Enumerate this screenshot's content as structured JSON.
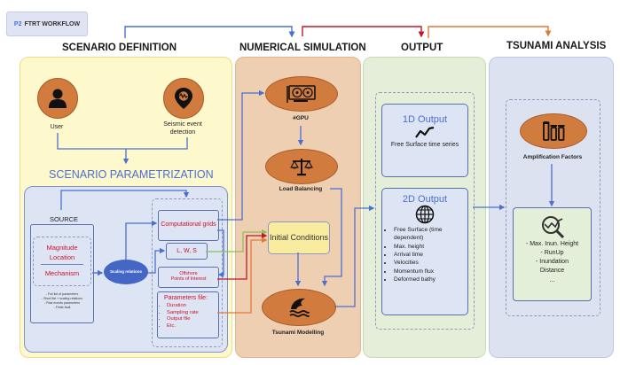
{
  "badge": {
    "prefix": "P2",
    "title": "FTRT WORKFLOW"
  },
  "phases": [
    {
      "id": "scenario",
      "title": "SCENARIO DEFINITION"
    },
    {
      "id": "numerical",
      "title": "NUMERICAL SIMULATION"
    },
    {
      "id": "output",
      "title": "OUTPUT"
    },
    {
      "id": "analysis",
      "title": "TSUNAMI ANALYSIS"
    }
  ],
  "scenario": {
    "user_label": "User",
    "seismic_label": "Seismic event detection",
    "parametrization_title": "SCENARIO PARAMETRIZATION",
    "source_label": "SOURCE",
    "source_params": {
      "line1": "Magnitude",
      "line2": "Location",
      "line3": "Mechanism"
    },
    "source_options": [
      "- Full list of parameters",
      "- Short list + scaling relations",
      "- Past events parameters",
      "- Finite fault"
    ],
    "scaling_label": "Scaling relations",
    "computational_grids": "Computational grids",
    "lws": "L, W, S",
    "offshore": {
      "line1": "Offshore",
      "line2": "Points of Interest"
    },
    "parameters_file": {
      "title": "Parameters file:",
      "items": [
        "Duration",
        "Sampling rate",
        "Output file",
        "Etc."
      ]
    }
  },
  "numerical": {
    "gpu_label": "#GPU",
    "load_balancing_label": "Load Balancing",
    "initial_conditions": "Initial Conditions",
    "tsunami_modelling_label": "Tsunami Modelling"
  },
  "output": {
    "one_d": {
      "title": "1D Output",
      "desc": "Free Surface time series"
    },
    "two_d": {
      "title": "2D Output",
      "items": [
        "Free Surface (time dependent)",
        "Max. height",
        "Arrival time",
        "Velocities",
        "Momentum flux",
        "Deformed bathy"
      ]
    }
  },
  "analysis": {
    "amplification_label": "Amplification Factors",
    "results": [
      "- Max. Inun. Height",
      "- RunUp",
      "- Inundation",
      "Distance",
      "..."
    ]
  },
  "colors": {
    "flow_blue": "#4a6fd0",
    "flow_red": "#c0172a",
    "flow_orange": "#e07a35",
    "flow_green": "#8cbf57",
    "accent_orange": "#d27b3f"
  }
}
